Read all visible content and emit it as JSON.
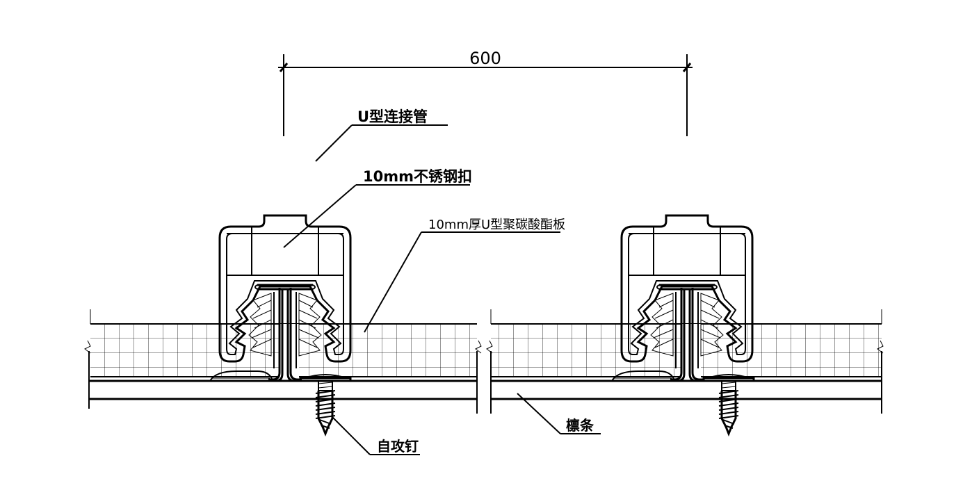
{
  "dimension": {
    "value": "600"
  },
  "labels": {
    "u_connector": "U型连接管",
    "steel_clip": "10mm不锈钢扣",
    "pc_panel": "10mm厚U型聚碳酸酯板",
    "purlin": "檩条",
    "self_tapping_screw": "自攻钉"
  },
  "colors": {
    "line": "#000000",
    "background": "#ffffff"
  }
}
